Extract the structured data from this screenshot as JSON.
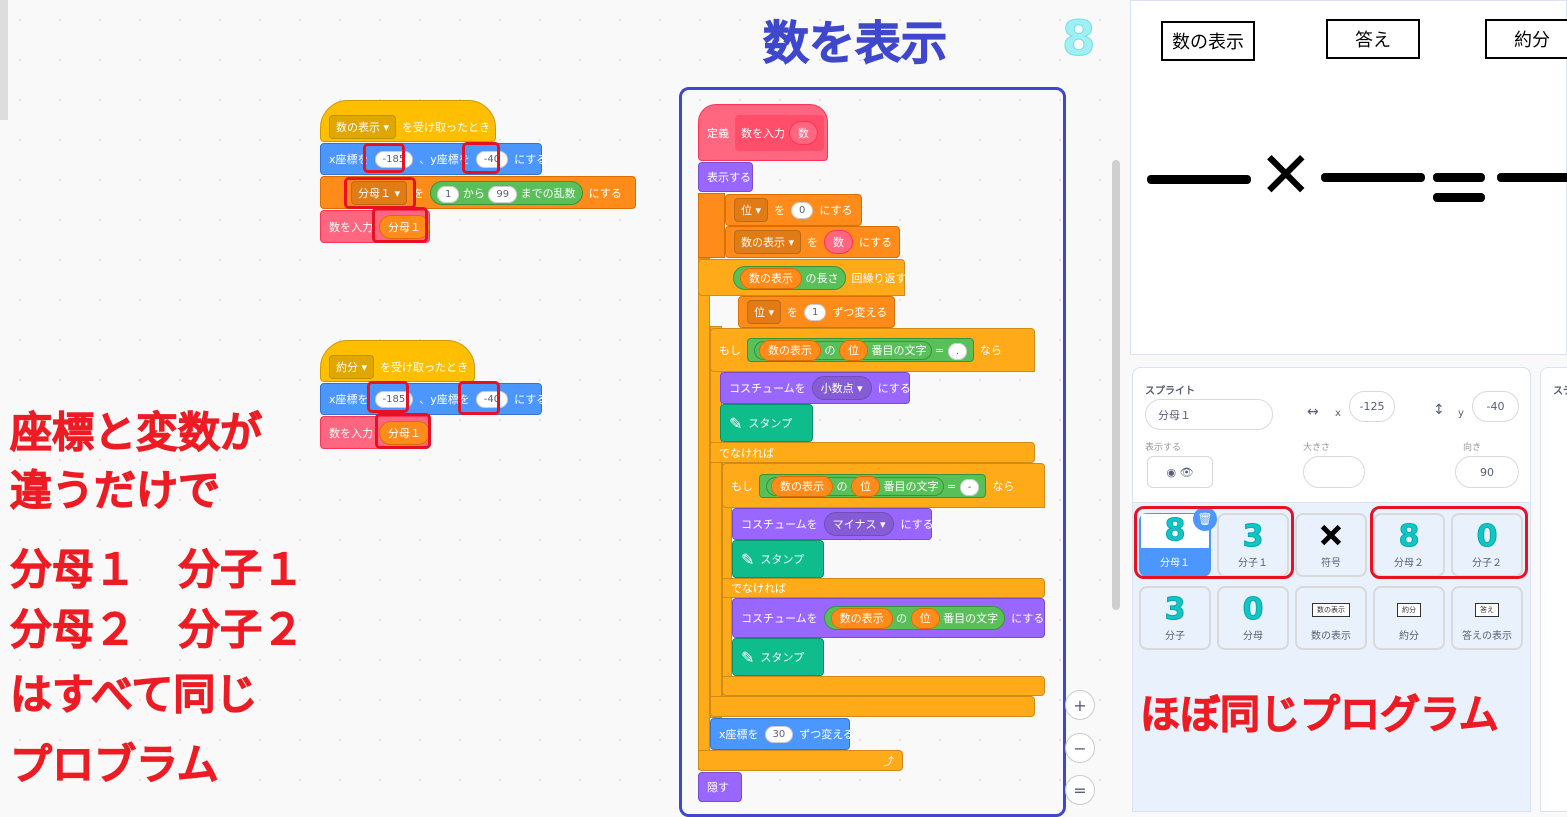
{
  "annotations": {
    "title": "数を表示",
    "left_lines": [
      "座標と変数が",
      "違うだけで",
      "分母１　分子１",
      "分母２　分子２",
      "はすべて同じ",
      "プロブラム"
    ],
    "right": "ほぼ同じプログラム",
    "digit": "8"
  },
  "script1": {
    "hat_dd": "数の表示",
    "hat_text": "を受け取ったとき",
    "goto_x_label": "x座標を",
    "x": "-185",
    "goto_y_label": "、y座標を",
    "y": "-40",
    "goto_suffix": "にする",
    "set_var": "分母１",
    "set_wo": "を",
    "rand_from": "1",
    "rand_kara": "から",
    "rand_to": "99",
    "rand_label": "までの乱数",
    "set_suffix": "にする",
    "call": "数を入力",
    "call_arg": "分母１"
  },
  "script2": {
    "hat_dd": "約分",
    "hat_text": "を受け取ったとき",
    "goto_x_label": "x座標を",
    "x": "-185",
    "goto_y_label": "、y座標を",
    "y": "-40",
    "goto_suffix": "にする",
    "call": "数を入力",
    "call_arg": "分母１"
  },
  "define": {
    "define": "定義",
    "proto": "数を入力",
    "param": "数",
    "show": "表示する",
    "set1_var": "位",
    "wo": "を",
    "set1_val": "0",
    "nisuru": "にする",
    "set2_var": "数の表示",
    "set2_val": "数",
    "repeat_var": "数の表示",
    "repeat_len": "の長さ",
    "repeat_label": "回繰り返す",
    "change_var": "位",
    "change_val": "1",
    "change_label": "ずつ変える",
    "if": "もし",
    "letter_var": "数の表示",
    "no": "の",
    "letter_idx": "位",
    "letter_label": "番目の文字",
    "eq": "=",
    "dot": ".",
    "nara": "なら",
    "costume": "コスチュームを",
    "costume1": "小数点",
    "stamp": "スタンプ",
    "else": "でなければ",
    "minus": "-",
    "costume2": "マイナス",
    "changex": "x座標を",
    "changex_val": "30",
    "changex_label": "ずつ変える",
    "hide": "隠す"
  },
  "stage": {
    "labels": [
      "数の表示",
      "答え",
      "約分"
    ]
  },
  "sprite_info": {
    "title": "スプライト",
    "name": "分母１",
    "x_label": "x",
    "x": "-125",
    "y_label": "y",
    "y": "-40",
    "show_label": "表示する",
    "size_label": "大きさ",
    "dir_label": "向き",
    "dir": "90",
    "right_panel": "ステ"
  },
  "sprites": [
    {
      "name": "分母１",
      "glyph": "8",
      "selected": true
    },
    {
      "name": "分子１",
      "glyph": "3"
    },
    {
      "name": "符号",
      "glyph": "✕"
    },
    {
      "name": "分母２",
      "glyph": "8"
    },
    {
      "name": "分子２",
      "glyph": "0"
    },
    {
      "name": "分子",
      "glyph": "3"
    },
    {
      "name": "分母",
      "glyph": "0"
    },
    {
      "name": "数の表示",
      "mini": "数の表示"
    },
    {
      "name": "約分",
      "mini": "約分"
    },
    {
      "name": "答えの表示",
      "mini": "答え"
    }
  ],
  "zoom": {
    "in": "+",
    "out": "−",
    "reset": "="
  }
}
